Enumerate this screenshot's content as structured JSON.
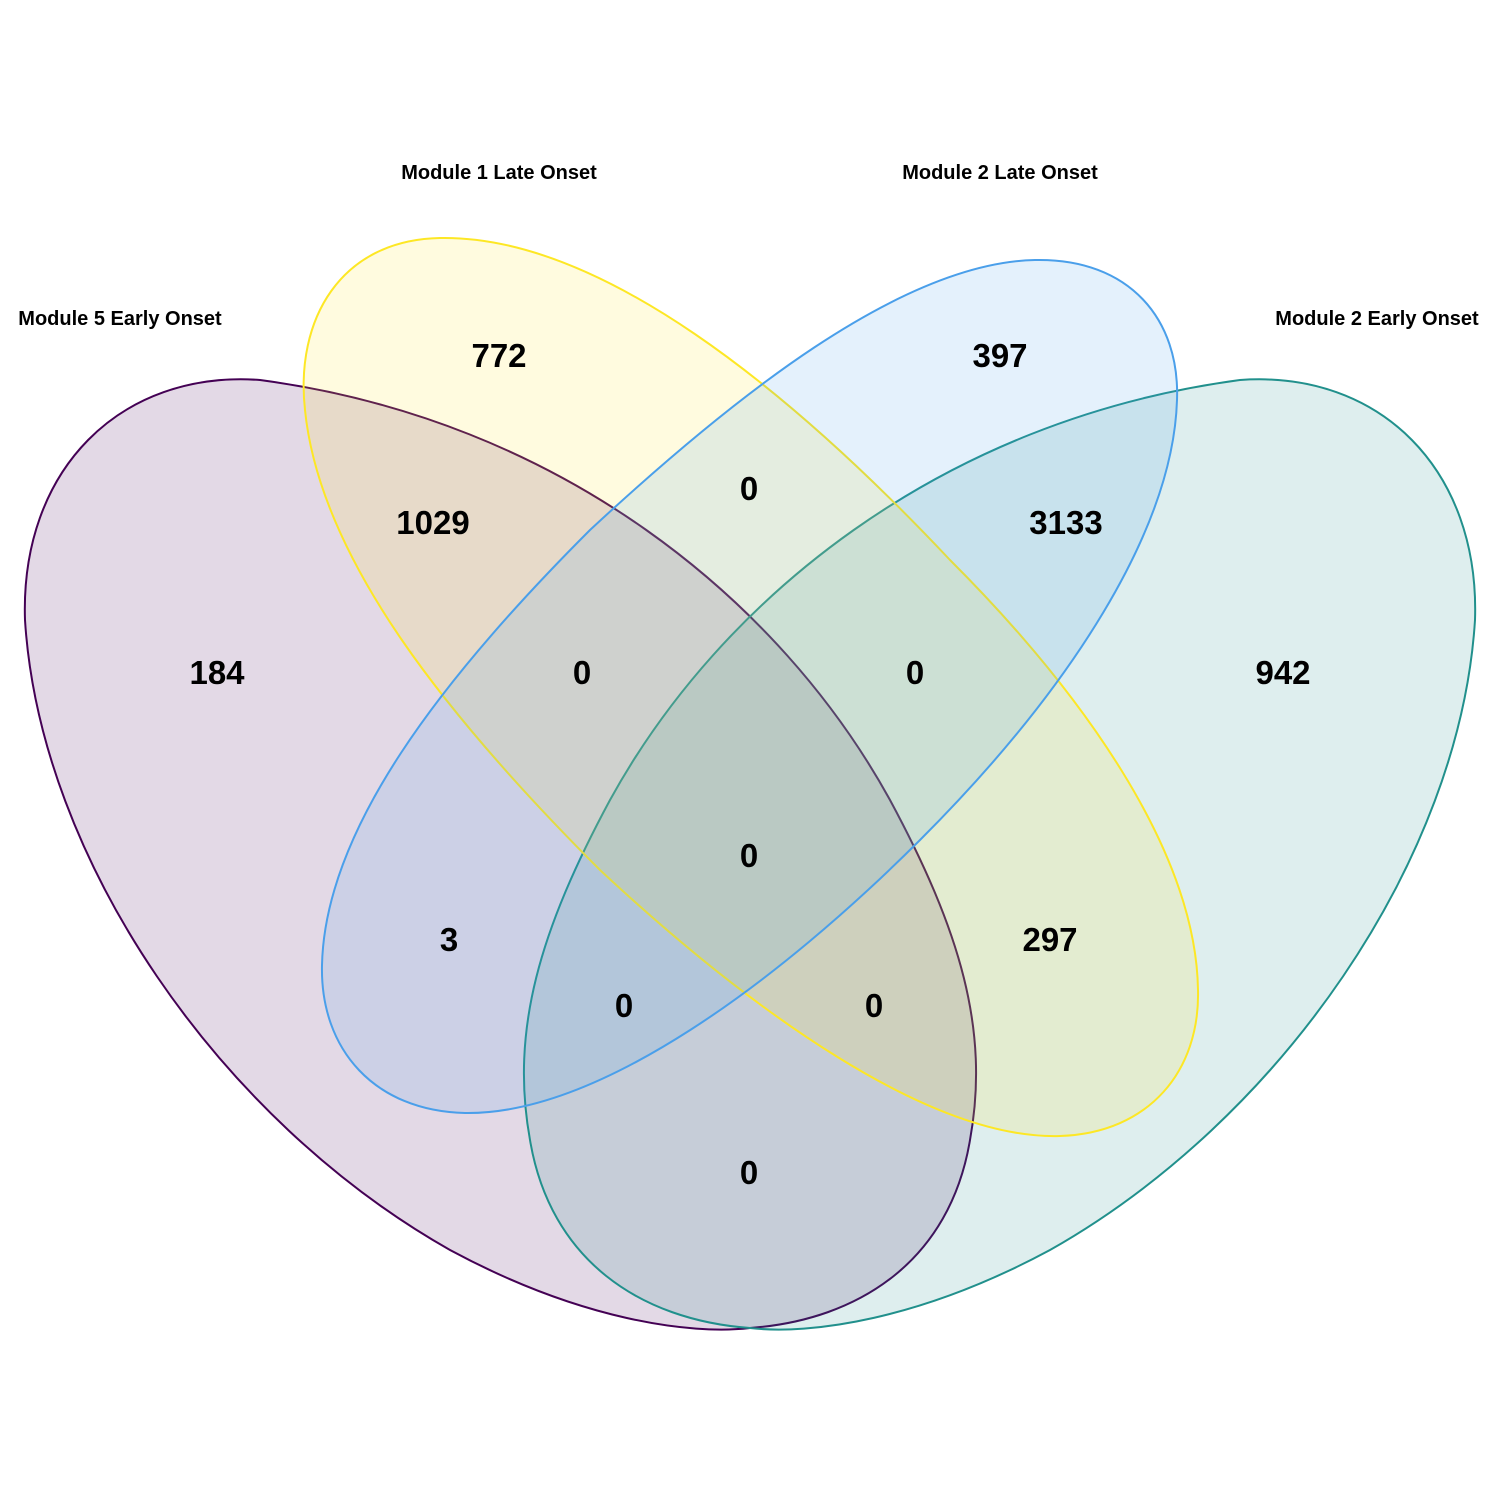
{
  "sets": [
    {
      "key": "m5e",
      "label": "Module 5 Early Onset",
      "color": "#440154"
    },
    {
      "key": "m1l",
      "label": "Module 1 Late Onset",
      "color": "#FDE725"
    },
    {
      "key": "m2l",
      "label": "Module 2 Late Onset",
      "color": "#4A9FEA"
    },
    {
      "key": "m2e",
      "label": "Module 2 Early Onset",
      "color": "#21908C"
    }
  ],
  "regions": [
    {
      "sets": [
        "m1l"
      ],
      "count": "772"
    },
    {
      "sets": [
        "m2l"
      ],
      "count": "397"
    },
    {
      "sets": [
        "m1l",
        "m2l"
      ],
      "count": "0"
    },
    {
      "sets": [
        "m5e",
        "m1l"
      ],
      "count": "1029"
    },
    {
      "sets": [
        "m2l",
        "m2e"
      ],
      "count": "3133"
    },
    {
      "sets": [
        "m5e"
      ],
      "count": "184"
    },
    {
      "sets": [
        "m5e",
        "m1l",
        "m2l"
      ],
      "count": "0"
    },
    {
      "sets": [
        "m1l",
        "m2l",
        "m2e"
      ],
      "count": "0"
    },
    {
      "sets": [
        "m2e"
      ],
      "count": "942"
    },
    {
      "sets": [
        "m5e",
        "m1l",
        "m2l",
        "m2e"
      ],
      "count": "0"
    },
    {
      "sets": [
        "m5e",
        "m2l"
      ],
      "count": "3"
    },
    {
      "sets": [
        "m1l",
        "m2e"
      ],
      "count": "297"
    },
    {
      "sets": [
        "m5e",
        "m2l",
        "m2e"
      ],
      "count": "0"
    },
    {
      "sets": [
        "m5e",
        "m1l",
        "m2e"
      ],
      "count": "0"
    },
    {
      "sets": [
        "m5e",
        "m2e"
      ],
      "count": "0"
    }
  ]
}
